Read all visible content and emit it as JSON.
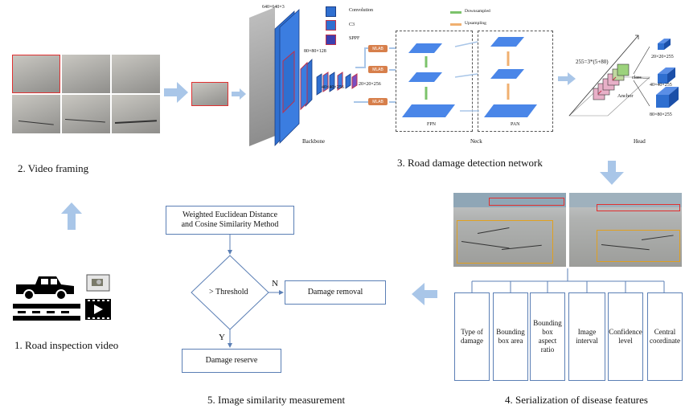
{
  "steps": {
    "step1": "1. Road inspection video",
    "step2": "2. Video framing",
    "step3": "3. Road damage detection network",
    "step4": "4. Serialization of disease features",
    "step5": "5. Image similarity measurement"
  },
  "network": {
    "input_size": "640×640×3",
    "backbone_label": "Backbone",
    "neck_label": "Neck",
    "head_label": "Head",
    "fpn_label": "FPN",
    "pan_label": "PAN",
    "legend": {
      "convolution": "Convolution",
      "c3": "C3",
      "sppf": "SPPF",
      "downsampled": "Downsampled",
      "upsampling": "Upsampling"
    },
    "dims": {
      "d80": "80×80×128",
      "d40": "40×40×256",
      "d20": "20×20×256"
    },
    "mlab": [
      "MLAB",
      "MLAB",
      "MLAB"
    ],
    "head_formula": "255=3*(5+80)",
    "head_class": "class",
    "head_anchor": "Anchor",
    "head_outputs": [
      "20×20×255",
      "40×40×255",
      "80×80×255"
    ]
  },
  "similarity": {
    "method_line1": "Weighted Euclidean Distance",
    "method_line2": "and Cosine Similarity Method",
    "decision": "> Threshold",
    "no_label": "N",
    "yes_label": "Y",
    "removal": "Damage removal",
    "reserve": "Damage reserve"
  },
  "features": [
    "Type of damage",
    "Bounding box area",
    "Bounding box aspect ratio",
    "Image interval",
    "Confidence level",
    "Central coordinate"
  ],
  "colors": {
    "arrow": "#a9c6e8",
    "box_border": "#5b7fb5",
    "backbone_blue": "#2f6fd0",
    "c3_border": "#c0304a",
    "red_box": "#e03030",
    "orange_box": "#e0a020",
    "mlab": "#d77f4b",
    "green": "#7cc36b",
    "orange_arrow": "#f0b070"
  }
}
